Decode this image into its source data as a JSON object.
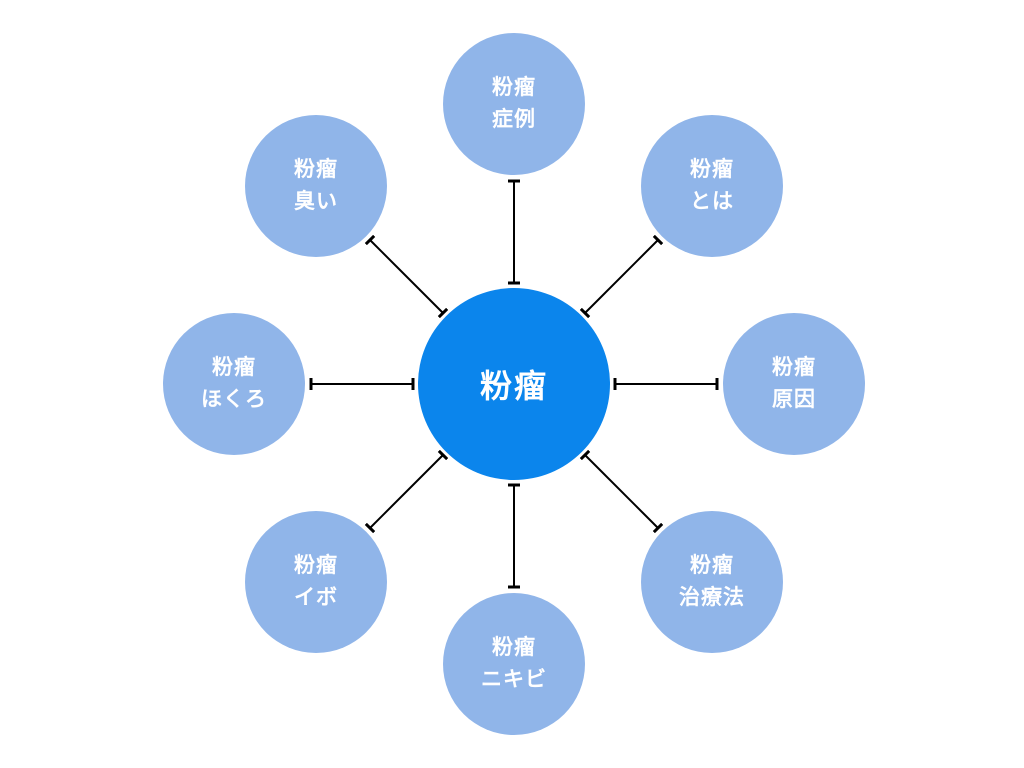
{
  "diagram": {
    "type": "hub-and-spoke-keyword-map",
    "background": "#ffffff",
    "connector_color": "#000000",
    "connector_end_caps": "tee",
    "satellite_fill": "#90b5e9",
    "center": {
      "label": "粉瘤",
      "fill": "#0b85ec",
      "text_color": "#ffffff"
    },
    "satellites": [
      {
        "id": "top",
        "lines": [
          "粉瘤",
          "症例"
        ]
      },
      {
        "id": "top-right",
        "lines": [
          "粉瘤",
          "とは"
        ]
      },
      {
        "id": "right",
        "lines": [
          "粉瘤",
          "原因"
        ]
      },
      {
        "id": "bottom-right",
        "lines": [
          "粉瘤",
          "治療法"
        ]
      },
      {
        "id": "bottom",
        "lines": [
          "粉瘤",
          "ニキビ"
        ]
      },
      {
        "id": "bottom-left",
        "lines": [
          "粉瘤",
          "イボ"
        ]
      },
      {
        "id": "left",
        "lines": [
          "粉瘤",
          "ほくろ"
        ]
      },
      {
        "id": "top-left",
        "lines": [
          "粉瘤",
          "臭い"
        ]
      }
    ]
  }
}
